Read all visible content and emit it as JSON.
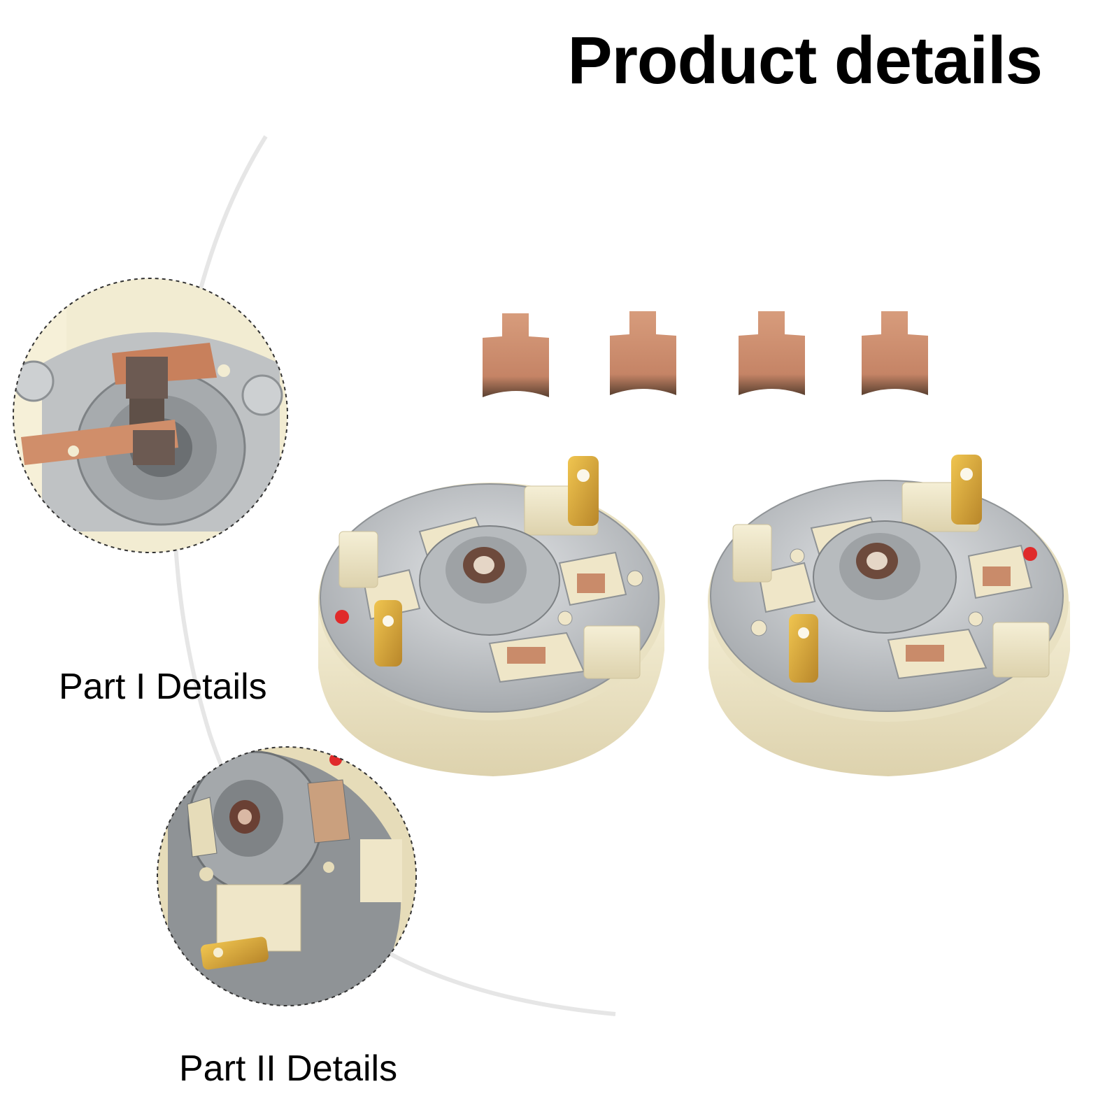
{
  "heading": "Product details",
  "callouts": [
    {
      "label": "Part I Details"
    },
    {
      "label": "Part II Details"
    }
  ],
  "product": {
    "carbon_brush_count": 4,
    "brush_holder_count": 2
  },
  "colors": {
    "text": "#000000",
    "background": "#ffffff",
    "arc": "#e6e6e6",
    "plastic": "#efe6c8",
    "metal": "#c4c7ca",
    "copper": "#c98b6a",
    "brass": "#d9a93a",
    "red_dot": "#e02a2a"
  }
}
